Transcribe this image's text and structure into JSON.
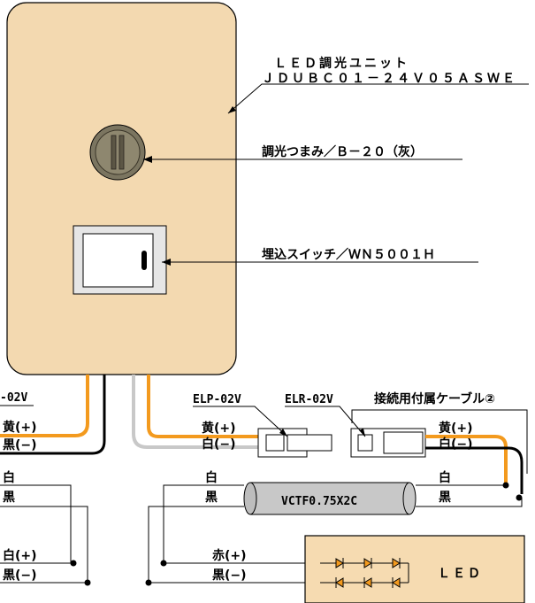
{
  "colors": {
    "panel": "#f3d9b0",
    "led_panel": "#f6dbb1",
    "wire_yellow": "#f39a1e",
    "wire_white": "#c8c8c8",
    "wire_black": "#000000",
    "cable": "#c8c8c8",
    "knob": "#7b7560"
  },
  "unit": {
    "label_line1": "ＬＥＤ調光ユニット",
    "label_line2": "ＪＤＵＢＣ０１－２４Ｖ０５ＡＳＷＥ",
    "knob_label": "調光つまみ／Ｂ－２０（灰）",
    "switch_label": "埋込スイッチ／ＷＮ５００１Ｈ"
  },
  "left": {
    "connector_label": "-02V",
    "yellow_plus": "黄(+)",
    "black_minus": "黒(−)",
    "white_1": "白",
    "black_1": "黒",
    "white_plus": "白(+)",
    "black_minus_2": "黒(−)"
  },
  "center": {
    "elp_label": "ELP-02V",
    "elr_label": "ELR-02V",
    "yellow_plus": "黄(+)",
    "white_minus": "白(−)",
    "white_1": "白",
    "black_1": "黒",
    "red_plus": "赤(+)",
    "black_minus": "黒(−)"
  },
  "right": {
    "cable_accessory_label": "接続用付属ケーブル②",
    "yellow_plus": "黄(+)",
    "white_minus": "白(−)",
    "white_1": "白",
    "black_1": "黒"
  },
  "cable": {
    "label": "VCTF0.75X2C"
  },
  "led": {
    "label": "ＬＥＤ"
  }
}
